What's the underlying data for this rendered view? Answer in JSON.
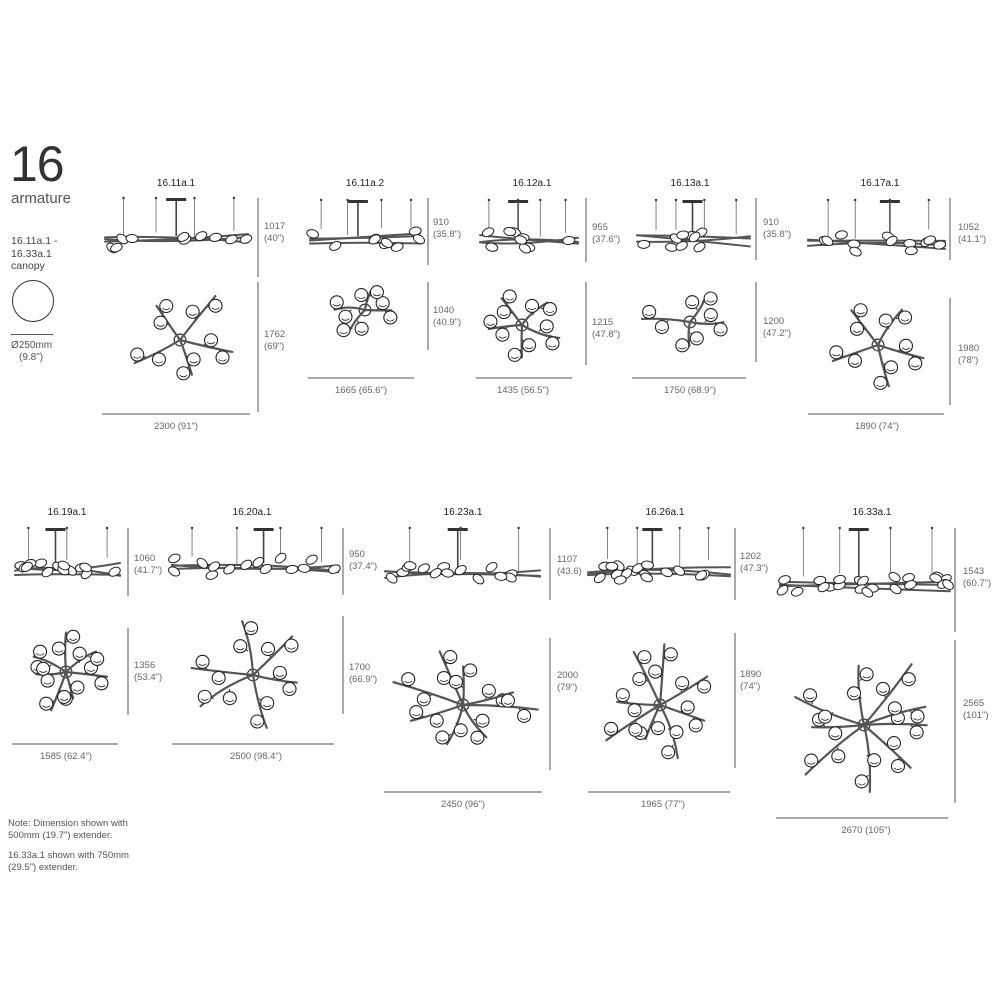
{
  "header": {
    "series_number": "16",
    "series_name": "armature",
    "canopy_models": "16.11a.1 -\n16.33a.1",
    "canopy_word": "canopy",
    "canopy_diameter_mm": "Ø250mm",
    "canopy_diameter_in": "(9.8\")"
  },
  "products": [
    {
      "model": "16.11a.1",
      "height": "1017",
      "height_in": "(40\")",
      "depth": "1762",
      "depth_in": "(69\")",
      "width": "2300 (91\")"
    },
    {
      "model": "16.11a.2",
      "height": "910",
      "height_in": "(35.8\")",
      "depth": "1040",
      "depth_in": "(40.9\")",
      "width": "1665 (65.6\")"
    },
    {
      "model": "16.12a.1",
      "height": "955",
      "height_in": "(37.6\")",
      "depth": "1215",
      "depth_in": "(47.8\")",
      "width": "1435 (56.5\")"
    },
    {
      "model": "16.13a.1",
      "height": "910",
      "height_in": "(35.8\")",
      "depth": "1200",
      "depth_in": "(47.2\")",
      "width": "1750 (68.9\")"
    },
    {
      "model": "16.17a.1",
      "height": "1052",
      "height_in": "(41.1\")",
      "depth": "1980",
      "depth_in": "(78\")",
      "width": "1890 (74\")"
    },
    {
      "model": "16.19a.1",
      "height": "1060",
      "height_in": "(41.7\")",
      "depth": "1356",
      "depth_in": "(53.4\")",
      "width": "1585 (62.4\")"
    },
    {
      "model": "16.20a.1",
      "height": "950",
      "height_in": "(37.4\")",
      "depth": "1700",
      "depth_in": "(66.9\")",
      "width": "2500 (98.4\")"
    },
    {
      "model": "16.23a.1",
      "height": "1107",
      "height_in": "(43.6)",
      "depth": "2000",
      "depth_in": "(79\")",
      "width": "2450 (96\")"
    },
    {
      "model": "16.26a.1",
      "height": "1202",
      "height_in": "(47.3\")",
      "depth": "1890",
      "depth_in": "(74\")",
      "width": "1965 (77\")"
    },
    {
      "model": "16.33a.1",
      "height": "1543",
      "height_in": "(60.7\")",
      "depth": "2565",
      "depth_in": "(101\")",
      "width": "2670 (105\")"
    }
  ],
  "notes": [
    "Note: Dimension shown with 500mm (19.7\") extender.",
    "16.33a.1 shown with 750mm (29.5\") extender."
  ]
}
